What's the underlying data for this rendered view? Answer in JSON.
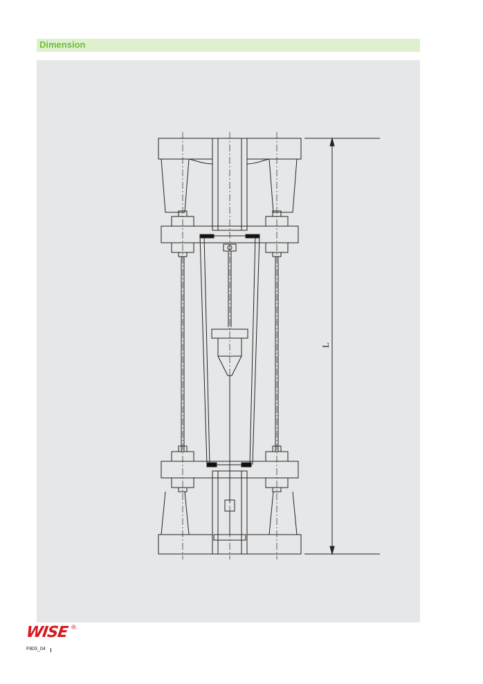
{
  "section": {
    "title": "Dimension"
  },
  "drawing": {
    "dimension_label": "L"
  },
  "brand": {
    "logo_text": "WISE",
    "registered_mark": "®",
    "logo_color": "#d71920"
  },
  "footer": {
    "code": "F803_04"
  },
  "colors": {
    "header_bg": "#dff0cf",
    "header_text": "#6cbf3a",
    "panel_bg": "#e6e7e8"
  }
}
